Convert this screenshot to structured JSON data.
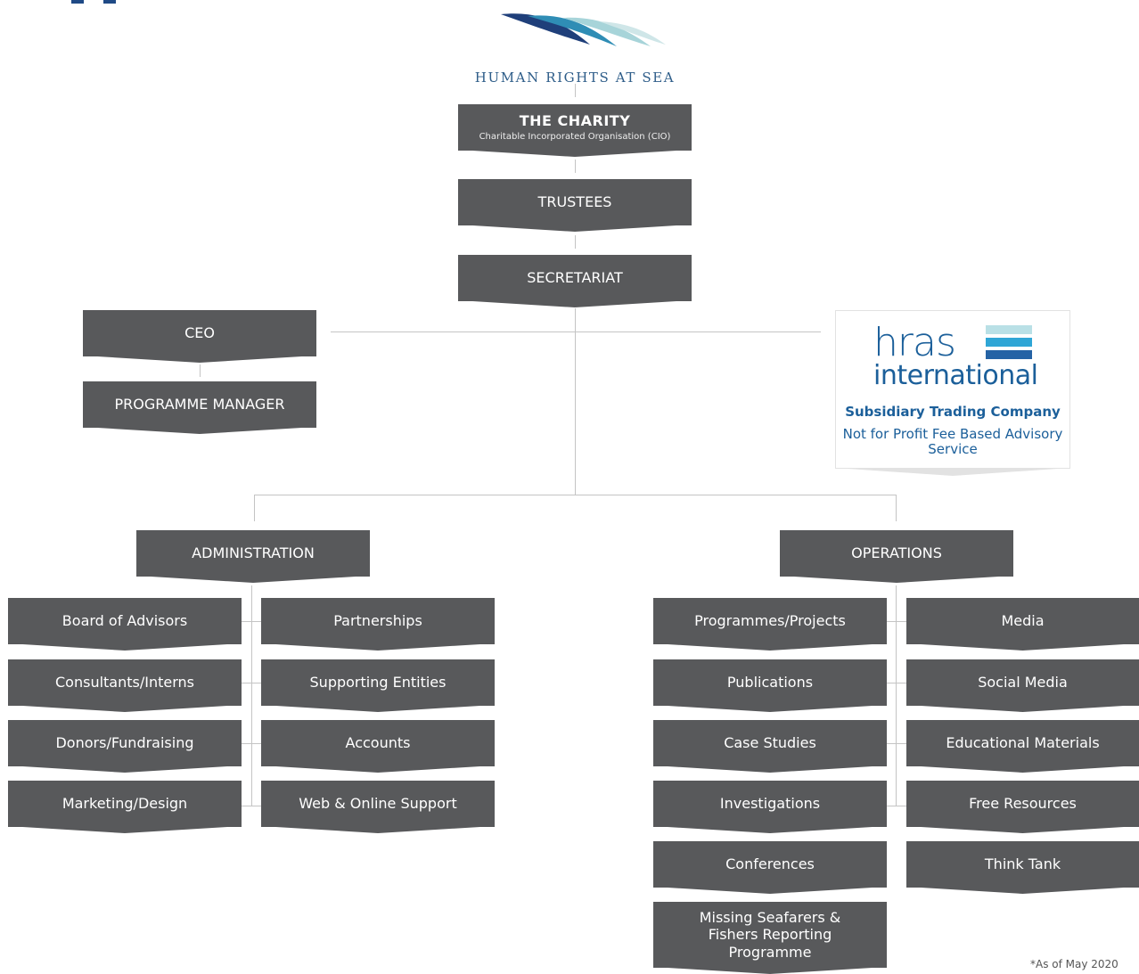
{
  "logo": {
    "text": "HUMAN RIGHTS AT SEA"
  },
  "charity": {
    "title": "THE CHARITY",
    "subtitle": "Charitable Incorporated Organisation (CIO)"
  },
  "trustees": "TRUSTEES",
  "secretariat": "SECRETARIAT",
  "ceo": "CEO",
  "programme_manager": "PROGRAMME MANAGER",
  "subsidiary": {
    "brand_line1": "hras",
    "brand_line2": "international",
    "title": "Subsidiary Trading Company",
    "description": "Not for Profit Fee Based Advisory Service"
  },
  "administration": {
    "label": "ADMINISTRATION",
    "left": [
      "Board of Advisors",
      "Consultants/Interns",
      "Donors/Fundraising",
      "Marketing/Design"
    ],
    "right": [
      "Partnerships",
      "Supporting Entities",
      "Accounts",
      "Web & Online Support"
    ]
  },
  "operations": {
    "label": "OPERATIONS",
    "left": [
      "Programmes/Projects",
      "Publications",
      "Case Studies",
      "Investigations",
      "Conferences",
      "Missing Seafarers & Fishers Reporting Programme"
    ],
    "right": [
      "Media",
      "Social Media",
      "Educational Materials",
      "Free Resources",
      "Think Tank"
    ]
  },
  "footnote": "*As of May 2020",
  "colors": {
    "box": "#58595b",
    "brand_blue": "#1b5f9a",
    "connector": "#c4c4c4"
  }
}
